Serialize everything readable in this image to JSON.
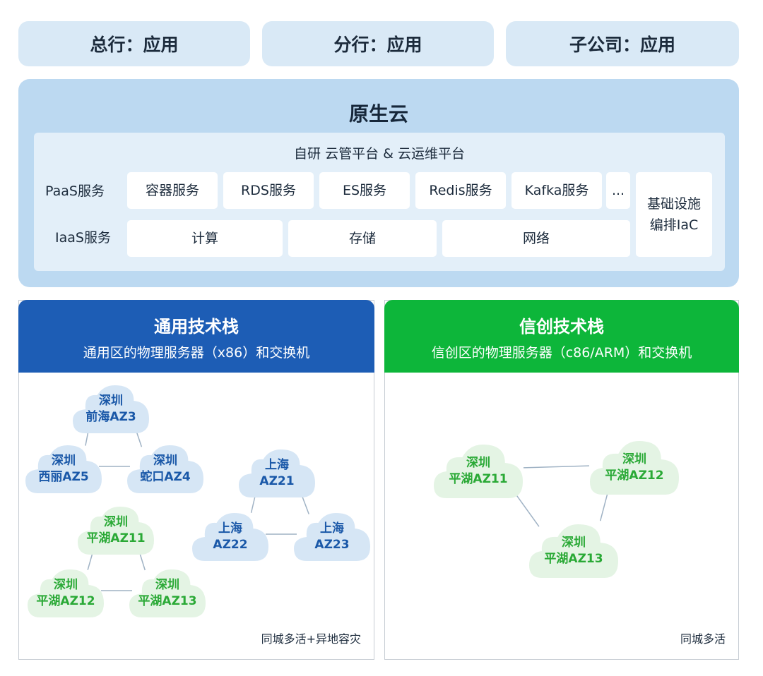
{
  "top_apps": [
    {
      "label": "总行：应用"
    },
    {
      "label": "分行：应用"
    },
    {
      "label": "子公司：应用"
    }
  ],
  "native_cloud": {
    "title": "原生云",
    "inner_title": "自研  云管平台 & 云运维平台",
    "paas_label": "PaaS服务",
    "iaas_label": "IaaS服务",
    "paas_items": [
      "容器服务",
      "RDS服务",
      "ES服务",
      "Redis服务",
      "Kafka服务",
      "..."
    ],
    "iaas_items": [
      "计算",
      "存储",
      "网络"
    ],
    "infra_line1": "基础设施",
    "infra_line2": "编排IaC"
  },
  "general_stack": {
    "title": "通用技术栈",
    "subtitle": "通用区的物理服务器（x86）和交换机",
    "header_color": "#1d5db5",
    "note": "同城多活+异地容灾",
    "zones": [
      {
        "line1": "深圳",
        "line2": "前海AZ3",
        "color": "blue"
      },
      {
        "line1": "深圳",
        "line2": "西丽AZ5",
        "color": "blue"
      },
      {
        "line1": "深圳",
        "line2": "蛇口AZ4",
        "color": "blue"
      },
      {
        "line1": "上海",
        "line2": "AZ21",
        "color": "blue"
      },
      {
        "line1": "上海",
        "line2": "AZ22",
        "color": "blue"
      },
      {
        "line1": "上海",
        "line2": "AZ23",
        "color": "blue"
      },
      {
        "line1": "深圳",
        "line2": "平湖AZ11",
        "color": "green"
      },
      {
        "line1": "深圳",
        "line2": "平湖AZ12",
        "color": "green"
      },
      {
        "line1": "深圳",
        "line2": "平湖AZ13",
        "color": "green"
      }
    ]
  },
  "xinchuang_stack": {
    "title": "信创技术栈",
    "subtitle": "信创区的物理服务器（c86/ARM）和交换机",
    "header_color": "#0db63a",
    "note": "同城多活",
    "zones": [
      {
        "line1": "深圳",
        "line2": "平湖AZ11",
        "color": "green"
      },
      {
        "line1": "深圳",
        "line2": "平湖AZ12",
        "color": "green"
      },
      {
        "line1": "深圳",
        "line2": "平湖AZ13",
        "color": "green"
      }
    ]
  },
  "colors": {
    "cloud_blue_fill": "#d6e6f5",
    "cloud_green_fill": "#e4f4e4",
    "link_line": "#9fb2c4"
  }
}
